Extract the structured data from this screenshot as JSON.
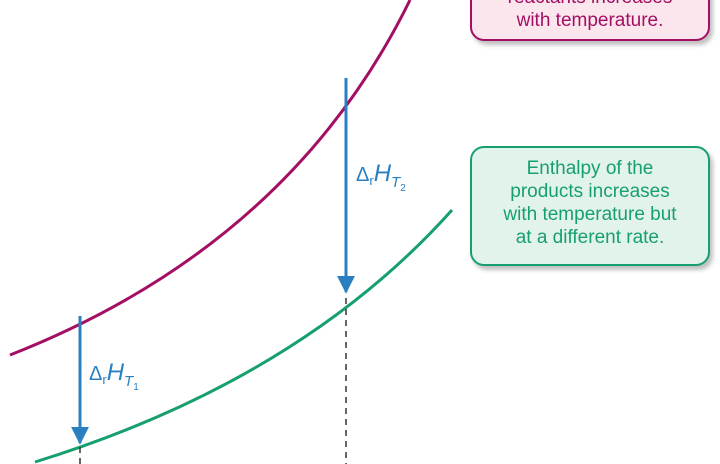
{
  "colors": {
    "reactants": "#a30f63",
    "products": "#17a06e",
    "arrow": "#2a7fc1",
    "guide": "#333333"
  },
  "labels": {
    "delta_symbol": "Δ",
    "r_subscript": "r",
    "h_symbol": "H",
    "t_symbol": "T",
    "t1_index": "1",
    "t2_index": "2"
  },
  "callouts": {
    "reactants": {
      "lines": [
        "reactants increases",
        "with temperature."
      ]
    },
    "products": {
      "lines": [
        "Enthalpy of the",
        "products increases",
        "with temperature but",
        "at a different rate."
      ]
    }
  }
}
